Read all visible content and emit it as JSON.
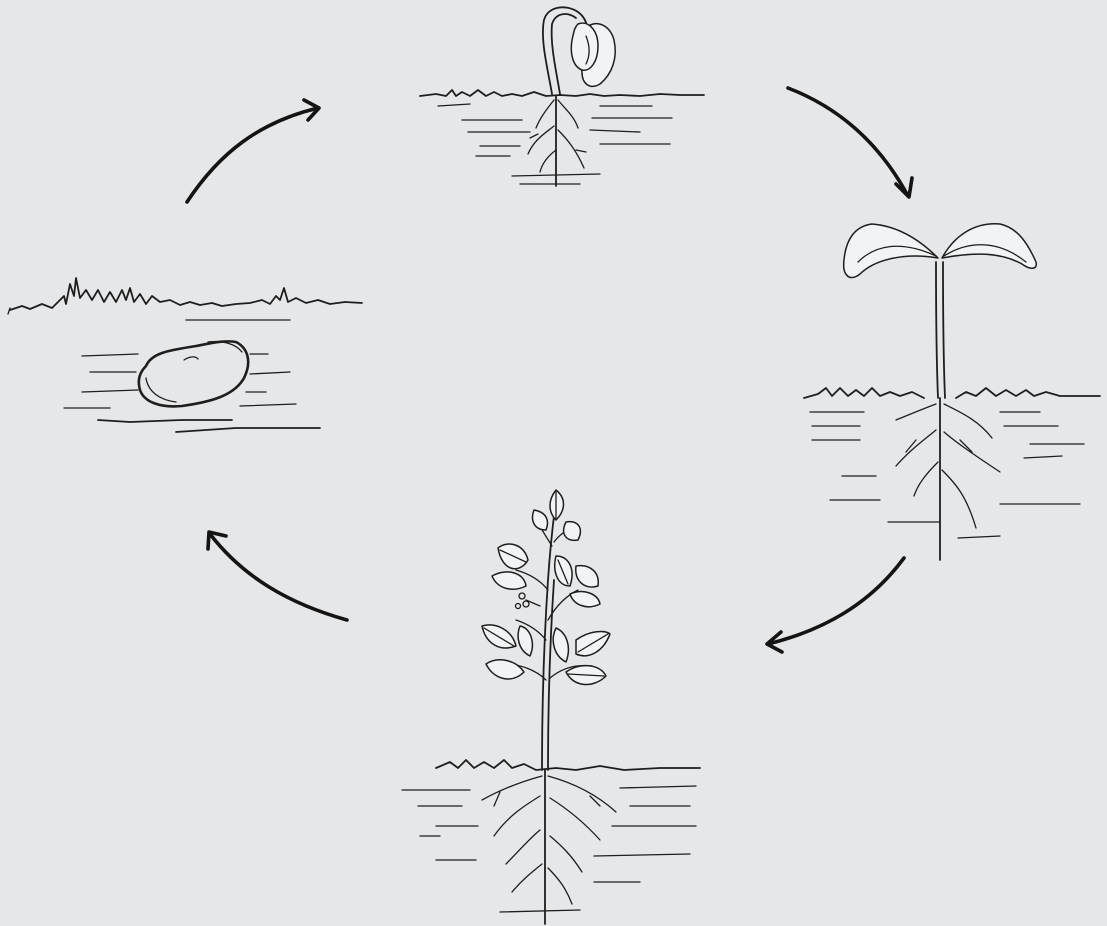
{
  "diagram": {
    "type": "cycle",
    "stages": [
      {
        "id": "seed",
        "icon": "bean-seed-in-soil-icon"
      },
      {
        "id": "germination",
        "icon": "sprouting-seedling-icon"
      },
      {
        "id": "seedling",
        "icon": "seedling-with-cotyledons-icon"
      },
      {
        "id": "mature-plant",
        "icon": "mature-bean-plant-icon"
      }
    ],
    "arrows": [
      {
        "from": "seed",
        "to": "germination"
      },
      {
        "from": "germination",
        "to": "seedling"
      },
      {
        "from": "seedling",
        "to": "mature-plant"
      },
      {
        "from": "mature-plant",
        "to": "seed"
      }
    ],
    "colors": {
      "background": "#e6e7e9",
      "ink": "#1e1e1e"
    }
  }
}
